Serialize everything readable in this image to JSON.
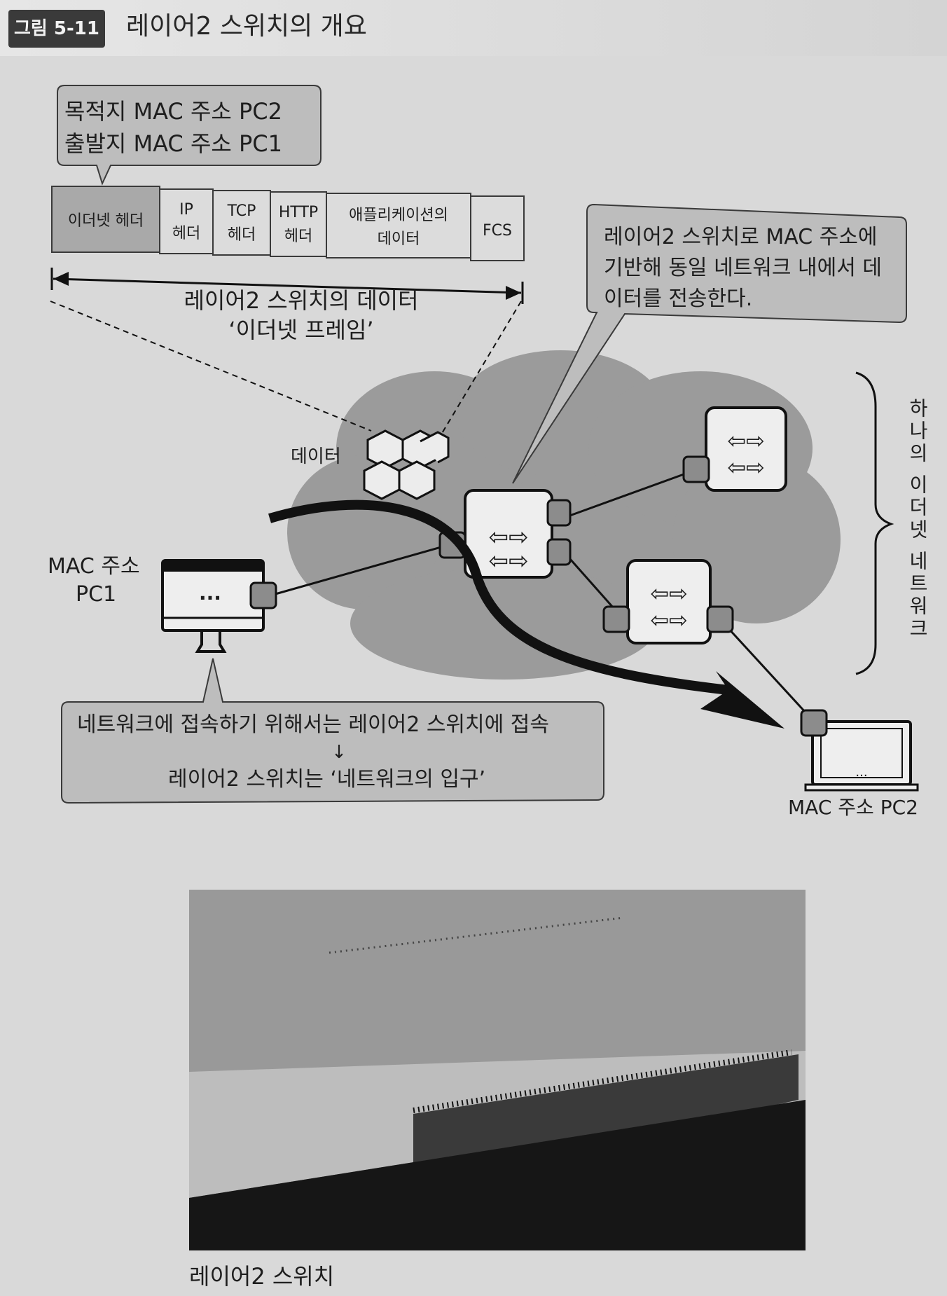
{
  "figure": {
    "number": "그림 5-11",
    "title": "레이어2 스위치의 개요"
  },
  "mac_callout": {
    "line1": "목적지 MAC 주소 PC2",
    "line2": "출발지 MAC 주소 PC1"
  },
  "frame": {
    "fields": [
      {
        "line1": "이더넷 헤더",
        "line2": ""
      },
      {
        "line1": "IP",
        "line2": "헤더"
      },
      {
        "line1": "TCP",
        "line2": "헤더"
      },
      {
        "line1": "HTTP",
        "line2": "헤더"
      },
      {
        "line1": "애플리케이션의",
        "line2": "데이터"
      },
      {
        "line1": "FCS",
        "line2": ""
      }
    ],
    "span_label_line1": "레이어2 스위치의 데이터",
    "span_label_line2": "‘이더넷 프레임’"
  },
  "switch_callout": {
    "line1": "레이어2 스위치로 MAC 주소에",
    "line2": "기반해 동일 네트워크 내에서 데",
    "line3": "이터를 전송한다."
  },
  "data_label": "데이터",
  "network_label": "하나의 이더넷 네트워크",
  "pc1": {
    "line1": "MAC 주소",
    "line2": "PC1",
    "screen_text": "..."
  },
  "pc2": {
    "label": "MAC 주소 PC2"
  },
  "bottom_callout": {
    "line1": "네트워크에 접속하기 위해서는 레이어2 스위치에 접속",
    "arrow": "↓",
    "line2": "레이어2 스위치는 ‘네트워크의 입구’"
  },
  "photo": {
    "caption": "레이어2 스위치"
  },
  "colors": {
    "background": "#d9d9d9",
    "cloud": "#9b9b9b",
    "callout_fill": "#bdbdbd",
    "frame_header_fill": "#a9a9a9",
    "port_fill": "#8c8c8c"
  }
}
